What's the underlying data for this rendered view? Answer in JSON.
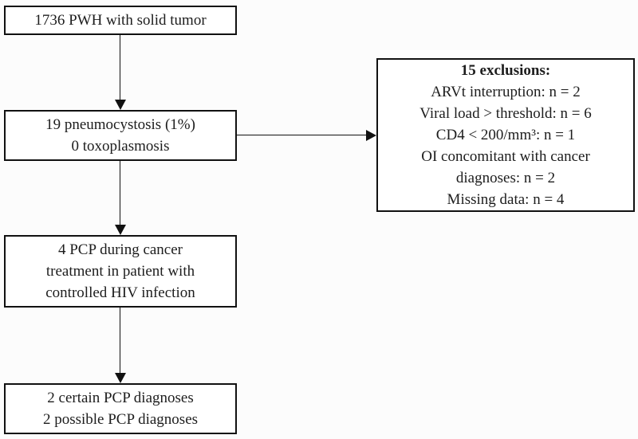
{
  "colors": {
    "background": "#fcfcfc",
    "box_background": "#ffffff",
    "border": "#111111",
    "text": "#1d1d1d"
  },
  "boxes": {
    "total": {
      "lines": [
        "1736 PWH with solid tumor"
      ]
    },
    "screening": {
      "lines": [
        "19 pneumocystosis (1%)",
        "0 toxoplasmosis"
      ]
    },
    "exclusions": {
      "title": "15 exclusions:",
      "lines": [
        "ARVt interruption: n = 2",
        "Viral load > threshold: n = 6",
        "CD4 < 200/mm³: n = 1",
        "OI concomitant with cancer",
        "diagnoses: n = 2",
        "Missing data: n = 4"
      ]
    },
    "pcp": {
      "lines": [
        "4 PCP during cancer",
        "treatment in patient with",
        "controlled HIV infection"
      ]
    },
    "final": {
      "lines": [
        "2 certain PCP diagnoses",
        "2 possible PCP diagnoses"
      ]
    }
  }
}
